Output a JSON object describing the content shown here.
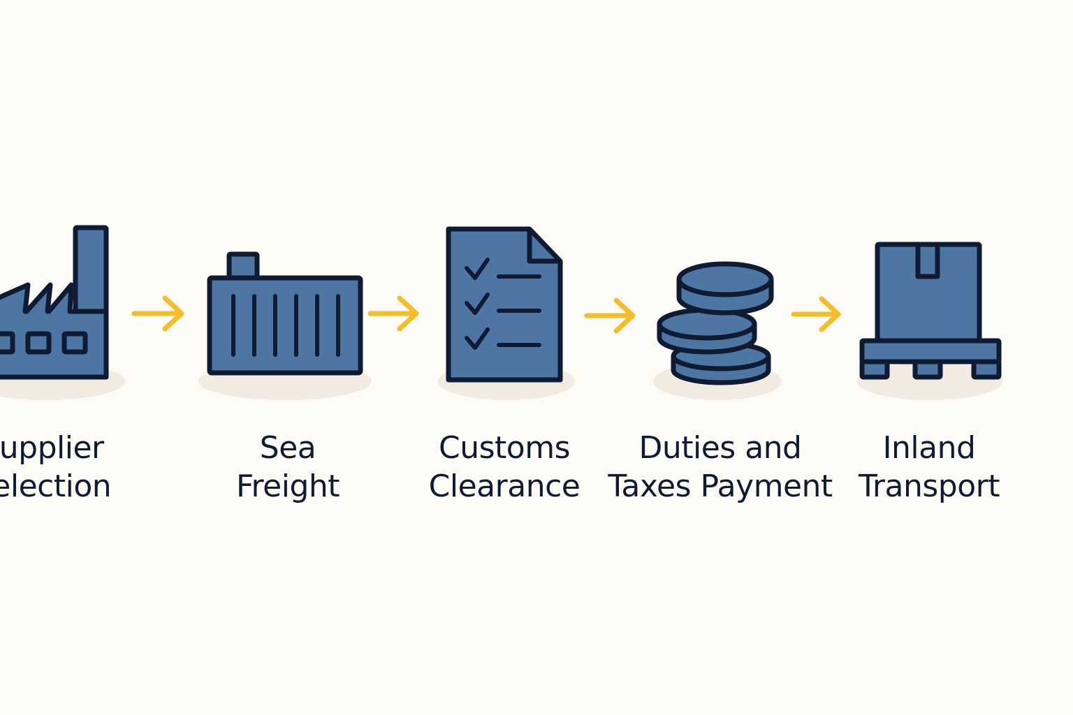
{
  "colors": {
    "background": "#fdfbf6",
    "icon_fill": "#4e76a3",
    "icon_stroke": "#0f1b33",
    "arrow": "#f6bd2a",
    "shadow": "#f1ebe1",
    "text": "#0f1b33"
  },
  "steps": [
    {
      "icon": "factory-icon",
      "line1": "Supplier",
      "line2": "Selection"
    },
    {
      "icon": "shipping-container-icon",
      "line1": "Sea",
      "line2": "Freight"
    },
    {
      "icon": "checklist-document-icon",
      "line1": "Customs",
      "line2": "Clearance"
    },
    {
      "icon": "coin-stack-icon",
      "line1": "Duties and",
      "line2": "Taxes Payment"
    },
    {
      "icon": "pallet-box-icon",
      "line1": "Inland",
      "line2": "Transport"
    }
  ],
  "connectors": [
    "arrow-right-icon",
    "arrow-right-icon",
    "arrow-right-icon",
    "arrow-right-icon"
  ]
}
